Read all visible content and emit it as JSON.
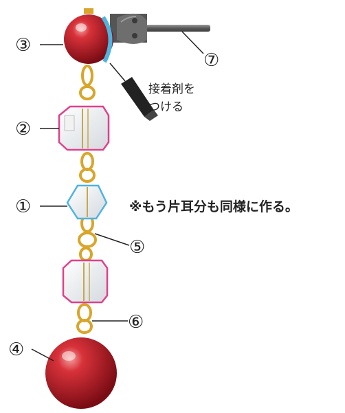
{
  "labels": {
    "part1": "①",
    "part2": "②",
    "part3": "③",
    "part4": "④",
    "part5": "⑤",
    "part6": "⑥",
    "part7": "⑦"
  },
  "glue_note": {
    "line1": "接着剤を",
    "line2": "つける"
  },
  "other_side_note": "※もう片耳分も同様に作る。",
  "colors": {
    "pearl_red": "#c8202c",
    "gold": "#d9a52a",
    "highlight_blue": "#4fb3e0",
    "highlight_pink": "#e0408c",
    "post_grey": "#6b6b6b"
  }
}
